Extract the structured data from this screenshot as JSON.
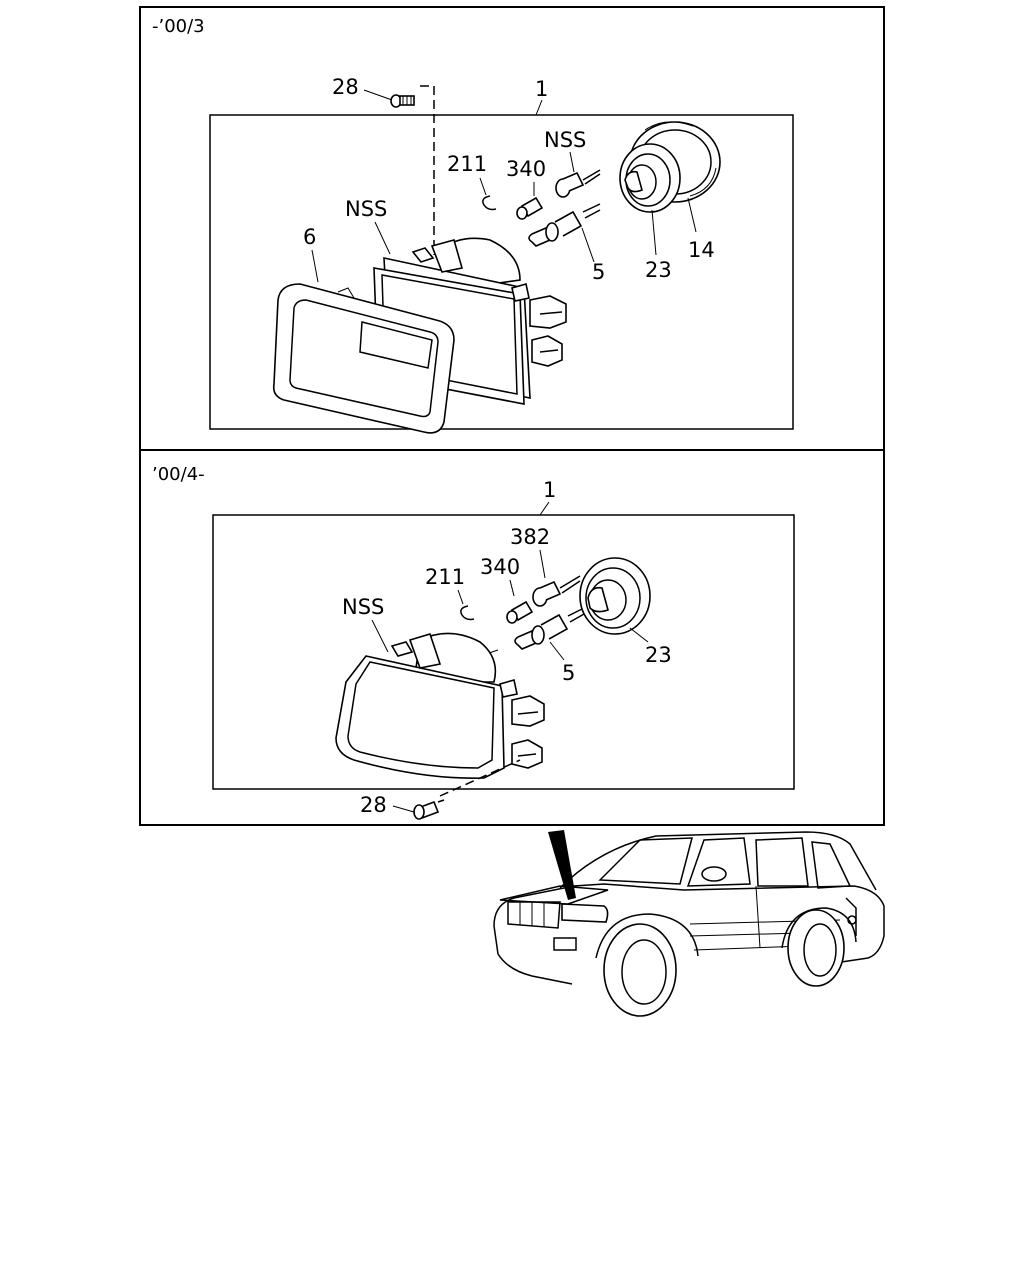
{
  "panels": [
    {
      "period": "-’00/3",
      "callouts": {
        "screw": "28",
        "assembly": "1",
        "clip": "211",
        "bulb": "340",
        "socket_nss": "NSS",
        "lamp_nss": "NSS",
        "bezel": "6",
        "bulb_socket": "5",
        "cap": "23",
        "cover": "14"
      }
    },
    {
      "period": "’00/4-",
      "callouts": {
        "assembly": "1",
        "socket": "382",
        "bulb": "340",
        "clip": "211",
        "lamp_nss": "NSS",
        "bulb_socket": "5",
        "cap": "23",
        "screw": "28"
      }
    }
  ]
}
